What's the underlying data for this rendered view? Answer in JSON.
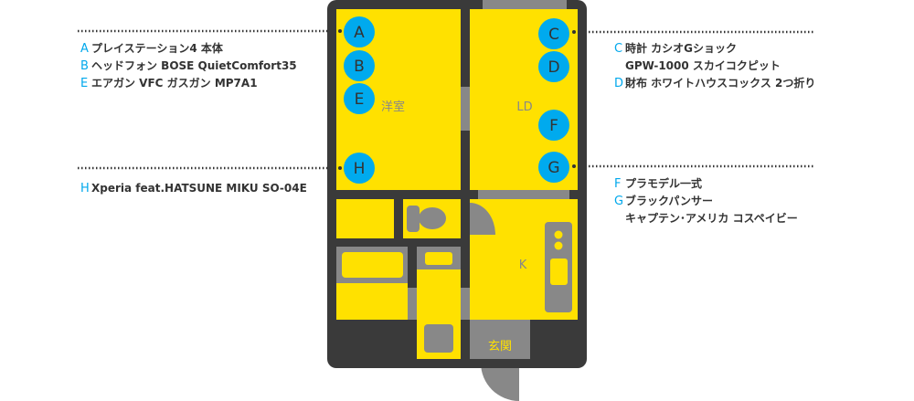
{
  "rooms": {
    "western": "洋室",
    "ld": "LD",
    "kitchen": "K",
    "entrance": "玄関"
  },
  "markers": [
    "A",
    "B",
    "C",
    "D",
    "E",
    "F",
    "G",
    "H"
  ],
  "items_left": [
    {
      "key": "A",
      "lines": [
        "プレイステーション4 本体"
      ]
    },
    {
      "key": "B",
      "lines": [
        "ヘッドフォン BOSE QuietComfort35"
      ]
    },
    {
      "key": "E",
      "lines": [
        "エアガン VFC ガスガン MP7A1"
      ]
    }
  ],
  "items_left2": [
    {
      "key": "H",
      "lines": [
        "Xperia feat.HATSUNE MIKU SO-04E"
      ]
    }
  ],
  "items_right": [
    {
      "key": "C",
      "lines": [
        "時計 カシオGショック",
        "GPW-1000 スカイコクピット"
      ]
    },
    {
      "key": "D",
      "lines": [
        "財布 ホワイトハウスコックス 2つ折り"
      ]
    }
  ],
  "items_right2": [
    {
      "key": "F",
      "lines": [
        "プラモデル一式"
      ]
    },
    {
      "key": "G",
      "lines": [
        "ブラックパンサー",
        "キャプテン･アメリカ コスペイビー"
      ]
    }
  ],
  "colors": {
    "wall": "#3a3a3a",
    "room": "#ffe100",
    "fixture": "#888888",
    "marker": "#00aaee",
    "accent": "#00a8ec"
  }
}
